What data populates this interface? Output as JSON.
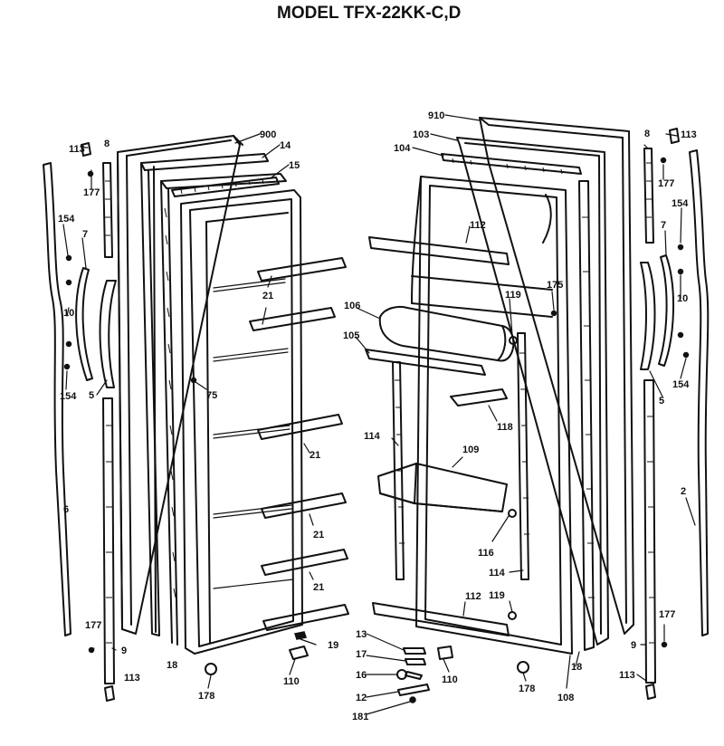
{
  "title": "MODEL TFX-22KK-C,D",
  "labels": {
    "l900": "900",
    "l14": "14",
    "l15": "15",
    "l113a": "113",
    "l8a": "8",
    "l177a": "177",
    "l154a": "154",
    "l7a": "7",
    "l10a": "10",
    "l154b": "154",
    "l5a": "5",
    "l6": "6",
    "l21a": "21",
    "l21b": "21",
    "l21c": "21",
    "l21d": "21",
    "l75": "75",
    "l177b": "177",
    "l9a": "9",
    "l113b": "113",
    "l18a": "18",
    "l178a": "178",
    "l110a": "110",
    "l19": "19",
    "l910": "910",
    "l103": "103",
    "l104": "104",
    "l112a": "112",
    "l106": "106",
    "l105": "105",
    "l119a": "119",
    "l175": "175",
    "l118": "118",
    "l114a": "114",
    "l109": "109",
    "l116": "116",
    "l114b": "114",
    "l112b": "112",
    "l119b": "119",
    "l13": "13",
    "l17": "17",
    "l16": "16",
    "l12": "12",
    "l181": "181",
    "l110b": "110",
    "l178b": "178",
    "l108": "108",
    "l18b": "18",
    "l113c": "113",
    "l8b": "8",
    "l177c": "177",
    "l154c": "154",
    "l7b": "7",
    "l10b": "10",
    "l154d": "154",
    "l5b": "5",
    "l2": "2",
    "l177d": "177",
    "l9b": "9",
    "l113d": "113"
  }
}
